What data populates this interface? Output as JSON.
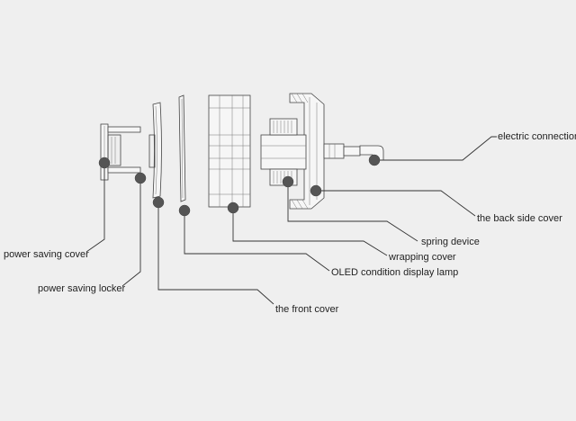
{
  "diagram": {
    "labels": {
      "electric_connection": "electric connection",
      "back_side_cover": "the back side cover",
      "spring_device": "spring device",
      "wrapping_cover": "wrapping cover",
      "oled_lamp": "OLED condition display lamp",
      "front_cover": "the front cover",
      "power_saving_locker": "power saving locker",
      "power_saving_cover": "power saving cover"
    },
    "colors": {
      "background": "#efefef",
      "line": "#333333",
      "marker": "#555555"
    }
  }
}
